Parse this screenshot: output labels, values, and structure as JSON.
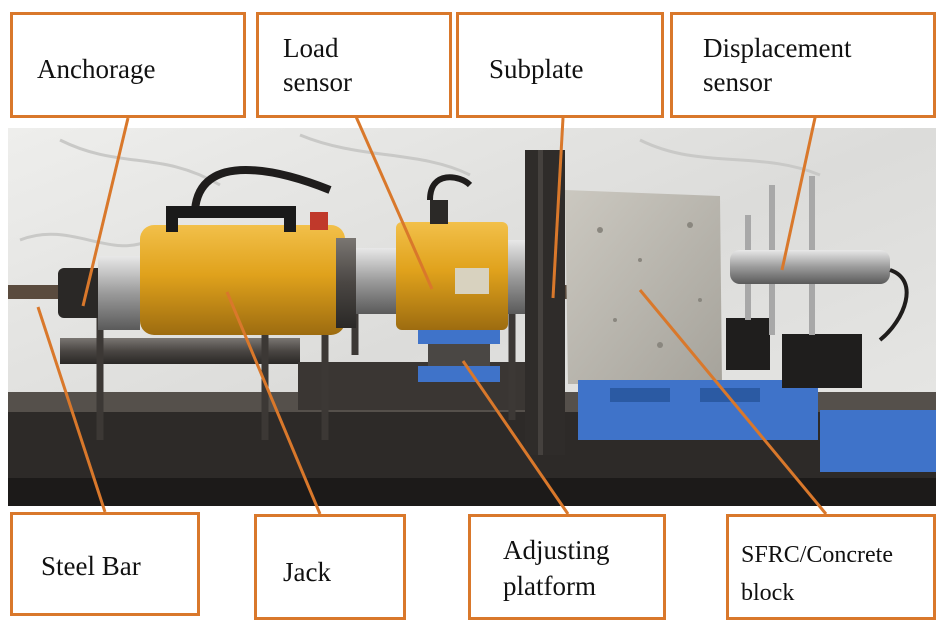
{
  "labels": {
    "anchorage": "Anchorage",
    "load_sensor_line1": "Load",
    "load_sensor_line2": "sensor",
    "subplate": "Subplate",
    "displacement_sensor_line1": "Displacement",
    "displacement_sensor_line2": "sensor",
    "steel_bar": "Steel Bar",
    "jack": "Jack",
    "adjusting_platform_line1": "Adjusting",
    "adjusting_platform_line2": "platform",
    "sfrc_block_line1": "SFRC/Concrete",
    "sfrc_block_line2": "block"
  },
  "colors": {
    "callout": "#d9782b",
    "jack_yellow": "#e0a21c",
    "steel_dark": "#3b3835",
    "concrete": "#b9b6ae",
    "blue_support": "#3f73c9",
    "backdrop": "#e4e4e2"
  }
}
